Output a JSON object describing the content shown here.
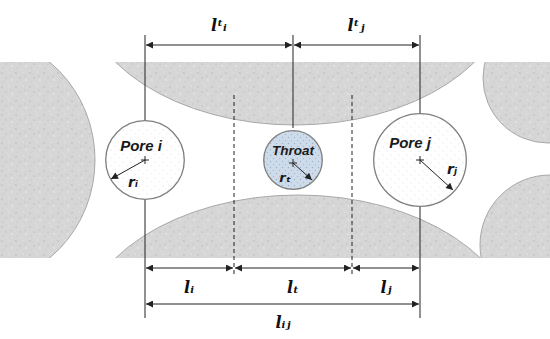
{
  "diagram": {
    "nodes": [
      {
        "text": [
          "Pore i",
          "rᵢ"
        ]
      },
      {
        "text": [
          "Throat",
          "rₜ"
        ]
      },
      {
        "text": [
          "Pore j",
          "rⱼ"
        ]
      }
    ],
    "labels": [
      "lᵗᵢ",
      "lᵗⱼ",
      "lᵢ",
      "lₜ",
      "lⱼ",
      "lᵢⱼ"
    ]
  }
}
